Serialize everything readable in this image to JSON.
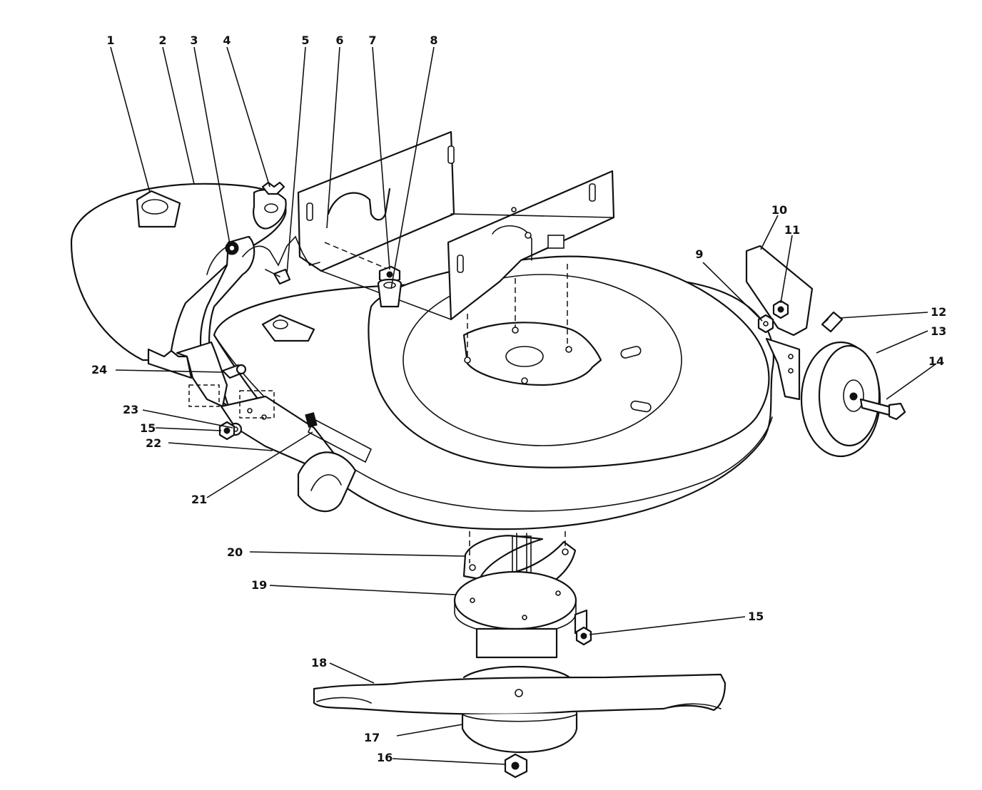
{
  "callouts": [
    {
      "id": "c1",
      "label": "1"
    },
    {
      "id": "c2",
      "label": "2"
    },
    {
      "id": "c3",
      "label": "3"
    },
    {
      "id": "c4",
      "label": "4"
    },
    {
      "id": "c5",
      "label": "5"
    },
    {
      "id": "c6",
      "label": "6"
    },
    {
      "id": "c7",
      "label": "7"
    },
    {
      "id": "c8",
      "label": "8"
    },
    {
      "id": "c9",
      "label": "9"
    },
    {
      "id": "c10",
      "label": "10"
    },
    {
      "id": "c11",
      "label": "11"
    },
    {
      "id": "c12",
      "label": "12"
    },
    {
      "id": "c13",
      "label": "13"
    },
    {
      "id": "c14",
      "label": "14"
    },
    {
      "id": "c15a",
      "label": "15"
    },
    {
      "id": "c15b",
      "label": "15"
    },
    {
      "id": "c16",
      "label": "16"
    },
    {
      "id": "c17",
      "label": "17"
    },
    {
      "id": "c18",
      "label": "18"
    },
    {
      "id": "c19",
      "label": "19"
    },
    {
      "id": "c20",
      "label": "20"
    },
    {
      "id": "c21",
      "label": "21"
    },
    {
      "id": "c22",
      "label": "22"
    },
    {
      "id": "c23",
      "label": "23"
    },
    {
      "id": "c24",
      "label": "24"
    }
  ],
  "colors": {
    "ink": "#111111",
    "paper": "#ffffff"
  }
}
